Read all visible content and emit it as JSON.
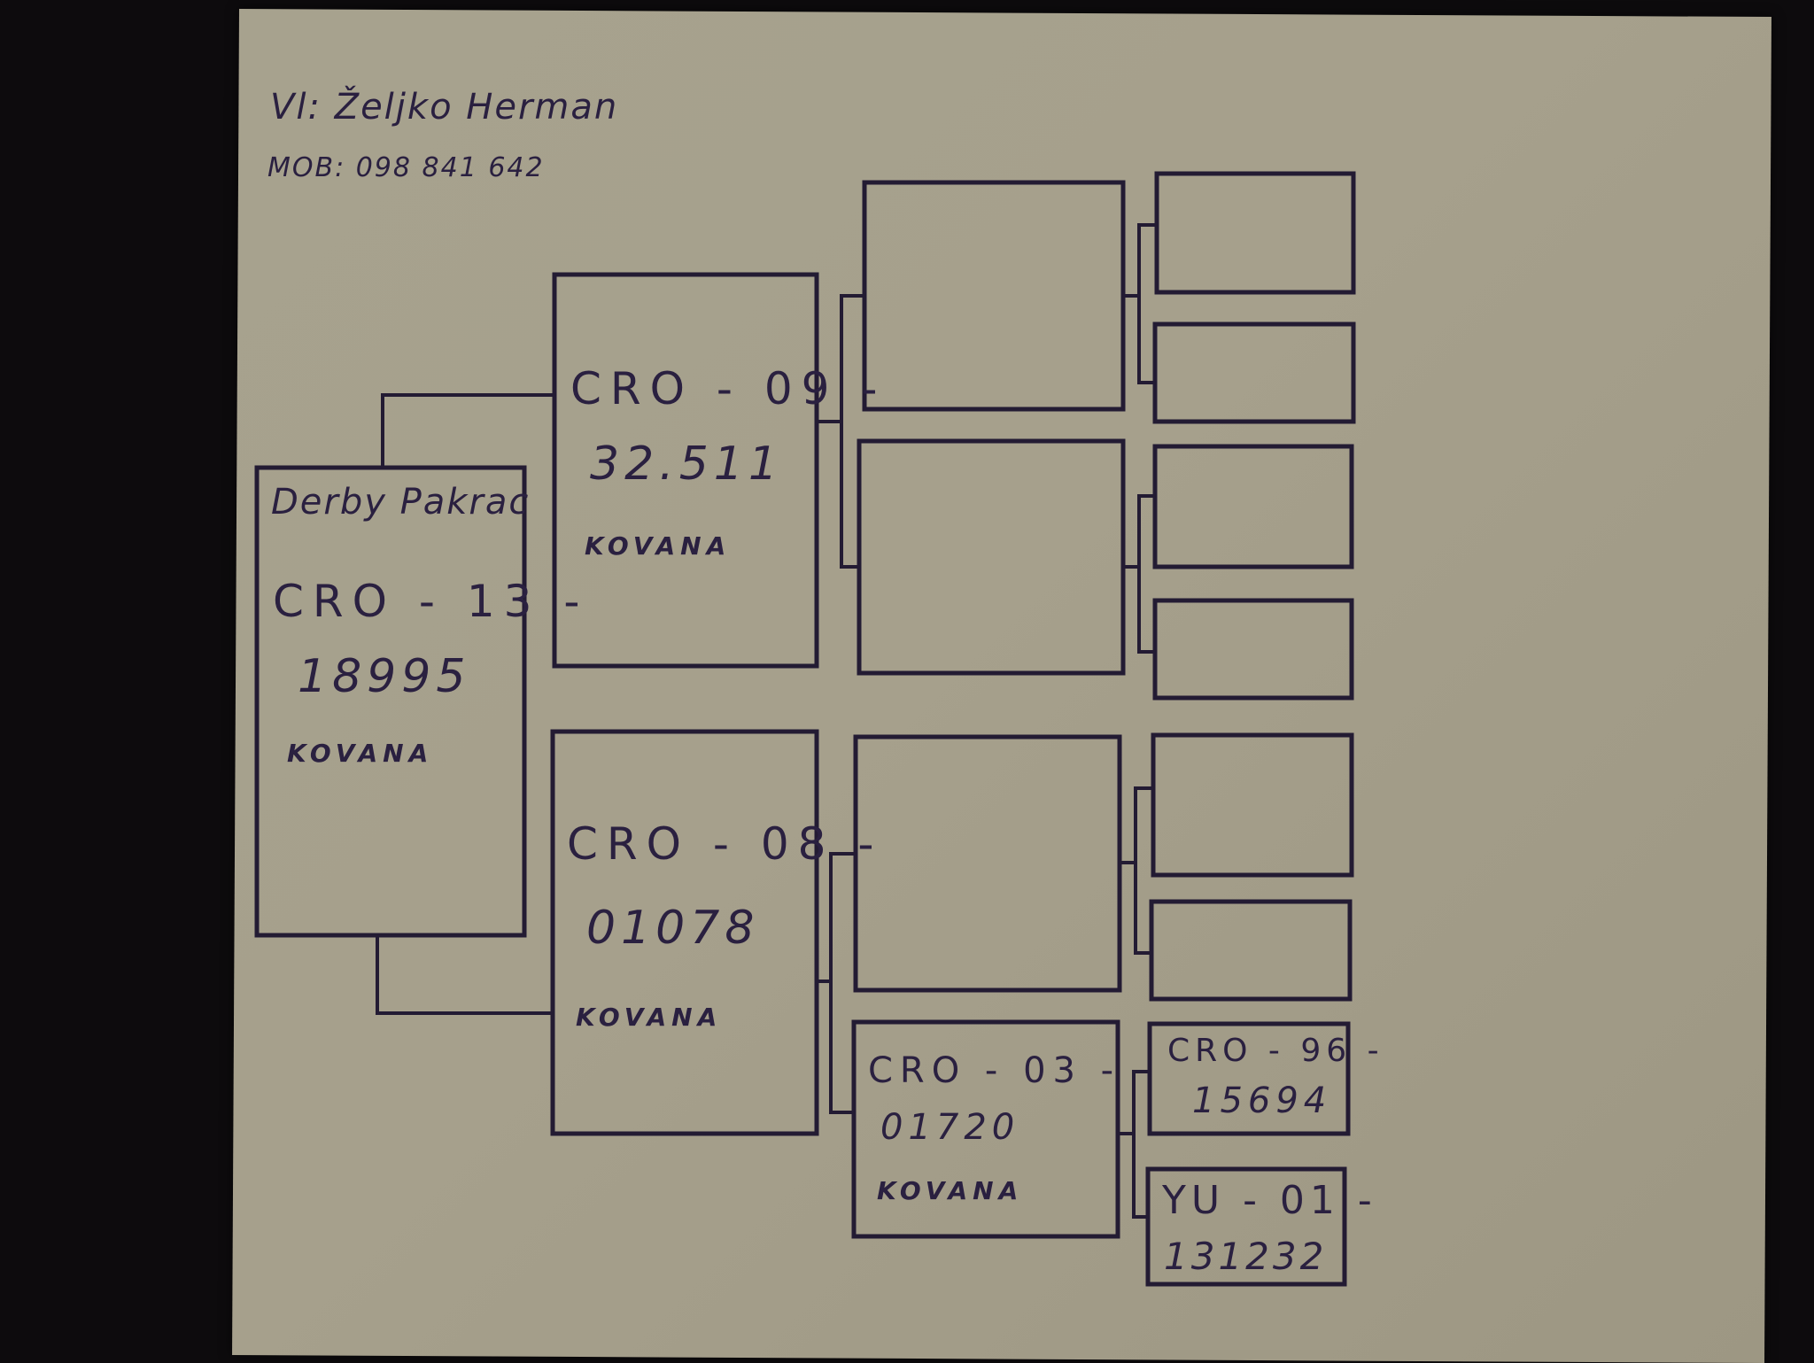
{
  "owner_line": "Vl: Željko Herman",
  "phone_line": "MOB: 098 841 642",
  "subject": {
    "name": "Derby Pakrac",
    "ring_prefix": "CRO - 13 -",
    "ring_number": "18995",
    "color": "KOVANA"
  },
  "father": {
    "ring_prefix": "CRO - 09 -",
    "ring_number": "32.511",
    "color": "KOVANA"
  },
  "mother": {
    "ring_prefix": "CRO - 08 -",
    "ring_number": "01078",
    "color": "KOVANA"
  },
  "maternal_granddam": {
    "ring_prefix": "CRO - 03 -",
    "ring_number": "01720",
    "color": "KOVANA"
  },
  "ggp_sire": {
    "ring_prefix": "CRO - 96 -",
    "ring_number": "15694"
  },
  "ggp_dam": {
    "ring_prefix": "YU - 01 -",
    "ring_number": "131232"
  },
  "colors": {
    "card": "#a6a08c",
    "ink": "#231b33",
    "background": "#0d0b0d"
  }
}
